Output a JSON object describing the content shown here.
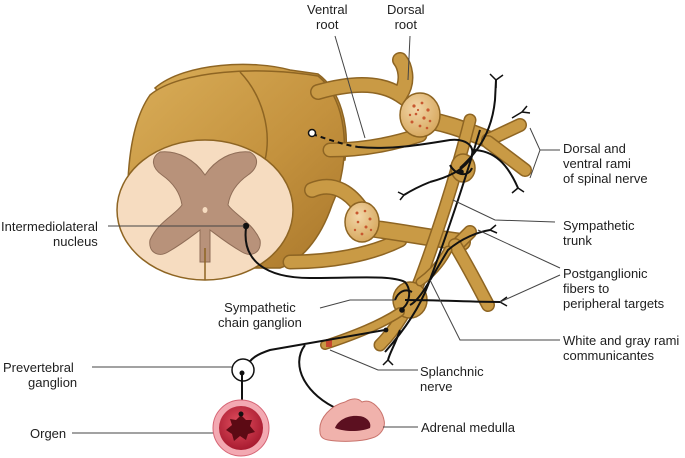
{
  "labels": {
    "ventral_root": [
      "Ventral",
      "root"
    ],
    "dorsal_root": [
      "Dorsal",
      "root"
    ],
    "dorsal_ventral_rami": [
      "Dorsal and",
      "ventral rami",
      "of spinal nerve"
    ],
    "intermediolateral_nucleus": [
      "Intermediolateral",
      "nucleus"
    ],
    "sympathetic_trunk": [
      "Sympathetic",
      "trunk"
    ],
    "postganglionic_fibers": [
      "Postganglionic",
      "fibers to",
      "peripheral targets"
    ],
    "sympathetic_chain_ganglion": [
      "Sympathetic",
      "chain ganglion"
    ],
    "white_gray_rami": [
      "White and gray rami",
      "communicantes"
    ],
    "prevertebral_ganglion": [
      "Prevertebral",
      "ganglion"
    ],
    "splanchnic_nerve": [
      "Splanchnic",
      "nerve"
    ],
    "organ": "Orgen",
    "adrenal_medulla": "Adrenal medulla"
  },
  "colors": {
    "nerve_tan": "#c99a45",
    "nerve_dark": "#8e6523",
    "cord_cross_section": "#f6dcc0",
    "gray_matter": "#b8927a",
    "ganglion_dots": "#c8582f",
    "organ_red": "#c2243a",
    "adrenal_pink": "#f0b2ac",
    "fiber_black": "#111111",
    "leader_gray": "#444444"
  }
}
